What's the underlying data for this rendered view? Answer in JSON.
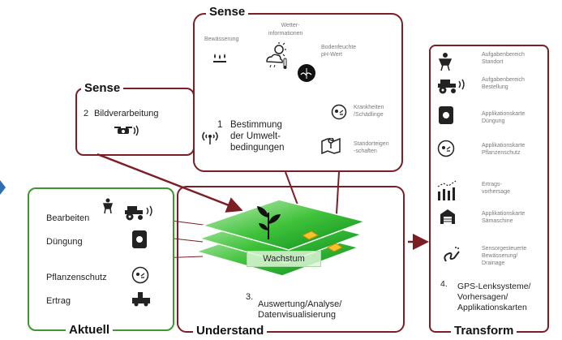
{
  "sense_top": {
    "title": "Sense",
    "items": {
      "bewaesserung": "Bewässerung",
      "wetter_line1": "Wetter-",
      "wetter_line2": "informationen",
      "boden_line1": "Bodenfeuchte",
      "boden_line2": "pH-Wert",
      "krank_line1": "Krankheiten",
      "krank_line2": "/Schädlinge",
      "standort_line1": "Standorteigen",
      "standort_line2": "-schaften"
    },
    "center": {
      "number": "1",
      "line1": "Bestimmung",
      "line2": "der Umwelt-",
      "line3": "bedingungen"
    }
  },
  "sense_left": {
    "title": "Sense",
    "number": "2",
    "label": "Bildverarbeitung"
  },
  "aktuell": {
    "title": "Aktuell",
    "items": [
      "Bearbeiten",
      "Düngung",
      "Pflanzenschutz",
      "Ertrag"
    ]
  },
  "understand": {
    "title": "Understand",
    "field_label": "Wachstum",
    "number": "3.",
    "line1": "Auswertung/Analyse/",
    "line2": "Datenvisualisierung"
  },
  "transform": {
    "title": "Transform",
    "items": [
      {
        "l1": "Aufgabenbereich",
        "l2": "Standort"
      },
      {
        "l1": "Aufgabenbereich",
        "l2": "Bestellung"
      },
      {
        "l1": "Applikationskarte",
        "l2": "Düngung"
      },
      {
        "l1": "Applikationskarte",
        "l2": "Pflanzenschutz"
      },
      {
        "l1": "Ertrags-",
        "l2": "vorhersage"
      },
      {
        "l1": "Applikationskarte",
        "l2": "Sämaschine"
      },
      {
        "l1": "Sensorgesteuerte",
        "l2": "Bewässerung/",
        "l3": "Drainage"
      }
    ],
    "bottom": {
      "number": "4.",
      "line1": "GPS-Lenksysteme/",
      "line2": "Vorhersagen/",
      "line3": "Applikationskarten"
    }
  },
  "colors": {
    "frame_red": "#7b1e25",
    "frame_green": "#3a9a2e",
    "accent_blue": "#2f6db3"
  }
}
